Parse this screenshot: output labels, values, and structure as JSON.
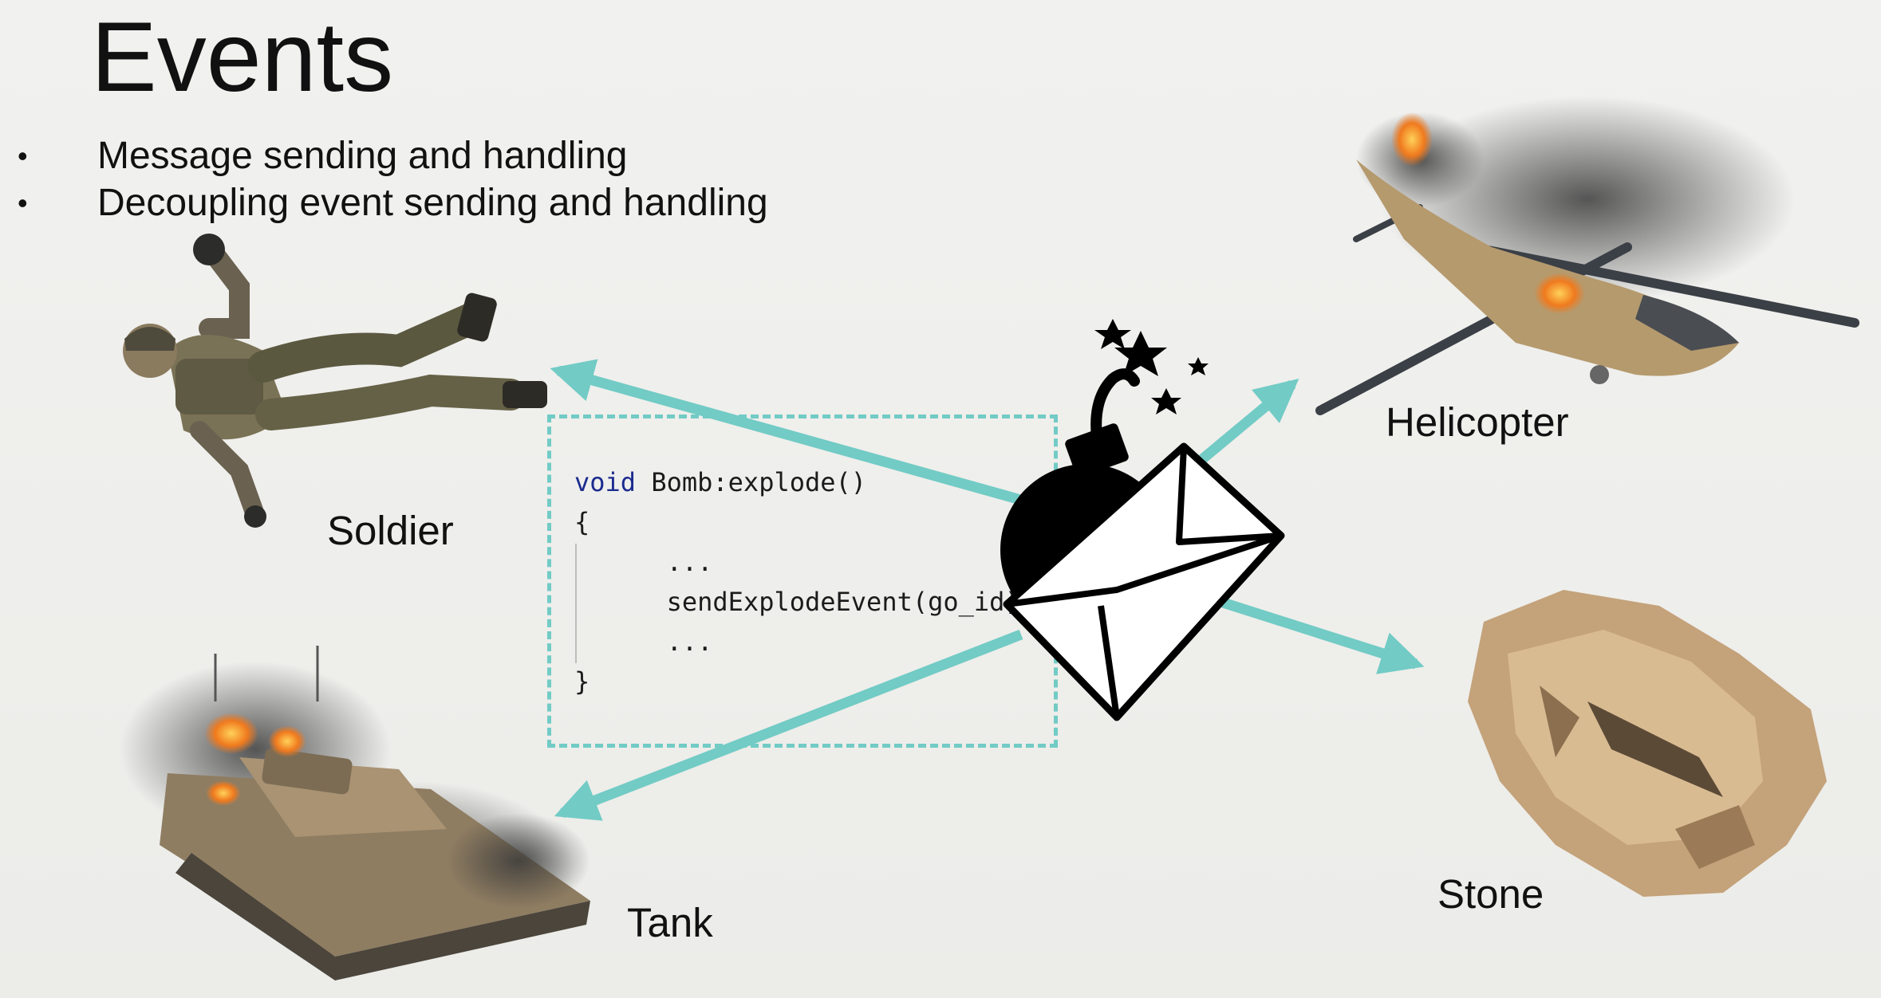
{
  "slide": {
    "title": "Events",
    "bullets": [
      "Message sending and handling",
      "Decoupling event sending and handling"
    ],
    "bullet_marker": "•"
  },
  "objects": {
    "soldier": "Soldier",
    "tank": "Tank",
    "helicopter": "Helicopter",
    "stone": "Stone"
  },
  "code": {
    "keyword": "void",
    "signature": " Bomb:explode()",
    "open_brace": "{",
    "ellipsis_1": "...",
    "call": "sendExplodeEvent(go_id)",
    "ellipsis_2": "...",
    "close_brace": "}"
  },
  "colors": {
    "arrow": "#72cbc5",
    "background": "#efefed",
    "icon": "#000000"
  },
  "icons": {
    "center": "bomb-envelope-icon"
  }
}
